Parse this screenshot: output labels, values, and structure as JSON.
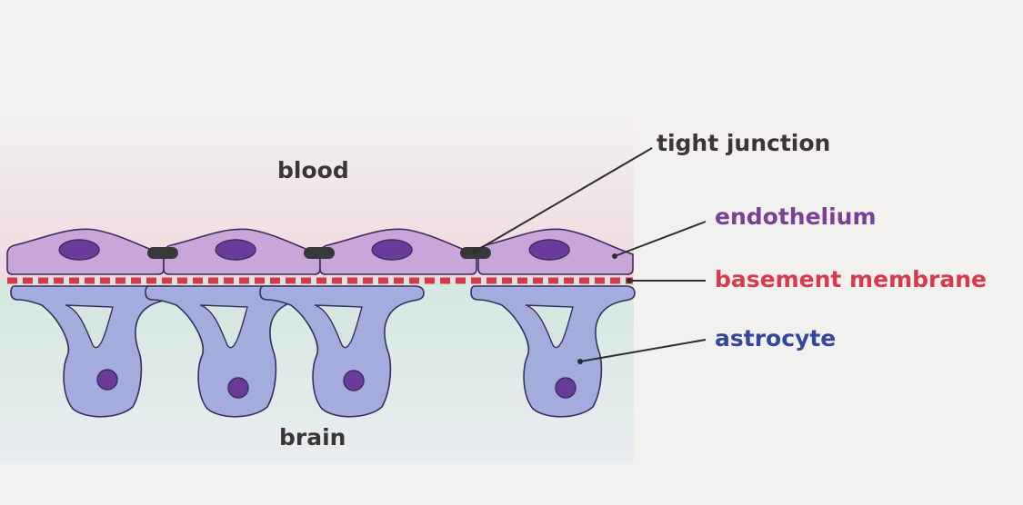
{
  "labels": {
    "blood": "blood",
    "brain": "brain",
    "tight_junction": "tight junction",
    "endothelium": "endothelium",
    "basement_membrane": "basement membrane",
    "astrocyte": "astrocyte"
  },
  "colors": {
    "background": "#f2f1ef",
    "blood_zone": "#efd9de",
    "brain_zone": "#d3e8e0",
    "endothelium": "#c9a6da",
    "endothelium_nucleus": "#6a3b9a",
    "astrocyte": "#a3acdc",
    "astrocyte_nucleus": "#6a3b9a",
    "outline": "#3b2c5e",
    "tight_junction": "#383838",
    "basement_membrane": "#d73a4d",
    "text_dark": "#3d3535",
    "text_endothelium": "#7a3f98",
    "text_basement": "#d73a4d",
    "text_astrocyte": "#35479a"
  },
  "icons": [
    "endothelial-cell",
    "tight-junction",
    "astrocyte-cell",
    "basement-membrane"
  ]
}
